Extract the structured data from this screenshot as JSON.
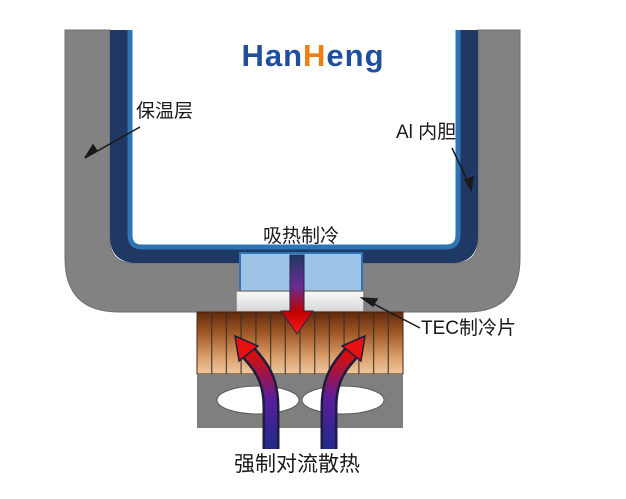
{
  "logo": {
    "han": "Han",
    "h": "H",
    "eng": "eng"
  },
  "labels": {
    "insulation": "保温层",
    "liner": "Al 内胆",
    "cooling": "吸热制冷",
    "tec": "TEC制冷片",
    "convection": "强制对流散热"
  },
  "colors": {
    "text_color": "#1A1A1A",
    "logo_blue": "#1F4E9E",
    "logo_orange": "#F07F13",
    "container_gray": "#828282",
    "liner_navy": "#1F3864",
    "liner_blue": "#2E75B6",
    "tec_cold_blue": "#9DC3E6",
    "tec_plate_gray": "#EDEDED",
    "heatsink_copper": "#C97C3C",
    "fan_housing_gray": "#7F7F7F",
    "arrow_red": "#E81010",
    "arrow_navy": "#1F2A8C"
  }
}
